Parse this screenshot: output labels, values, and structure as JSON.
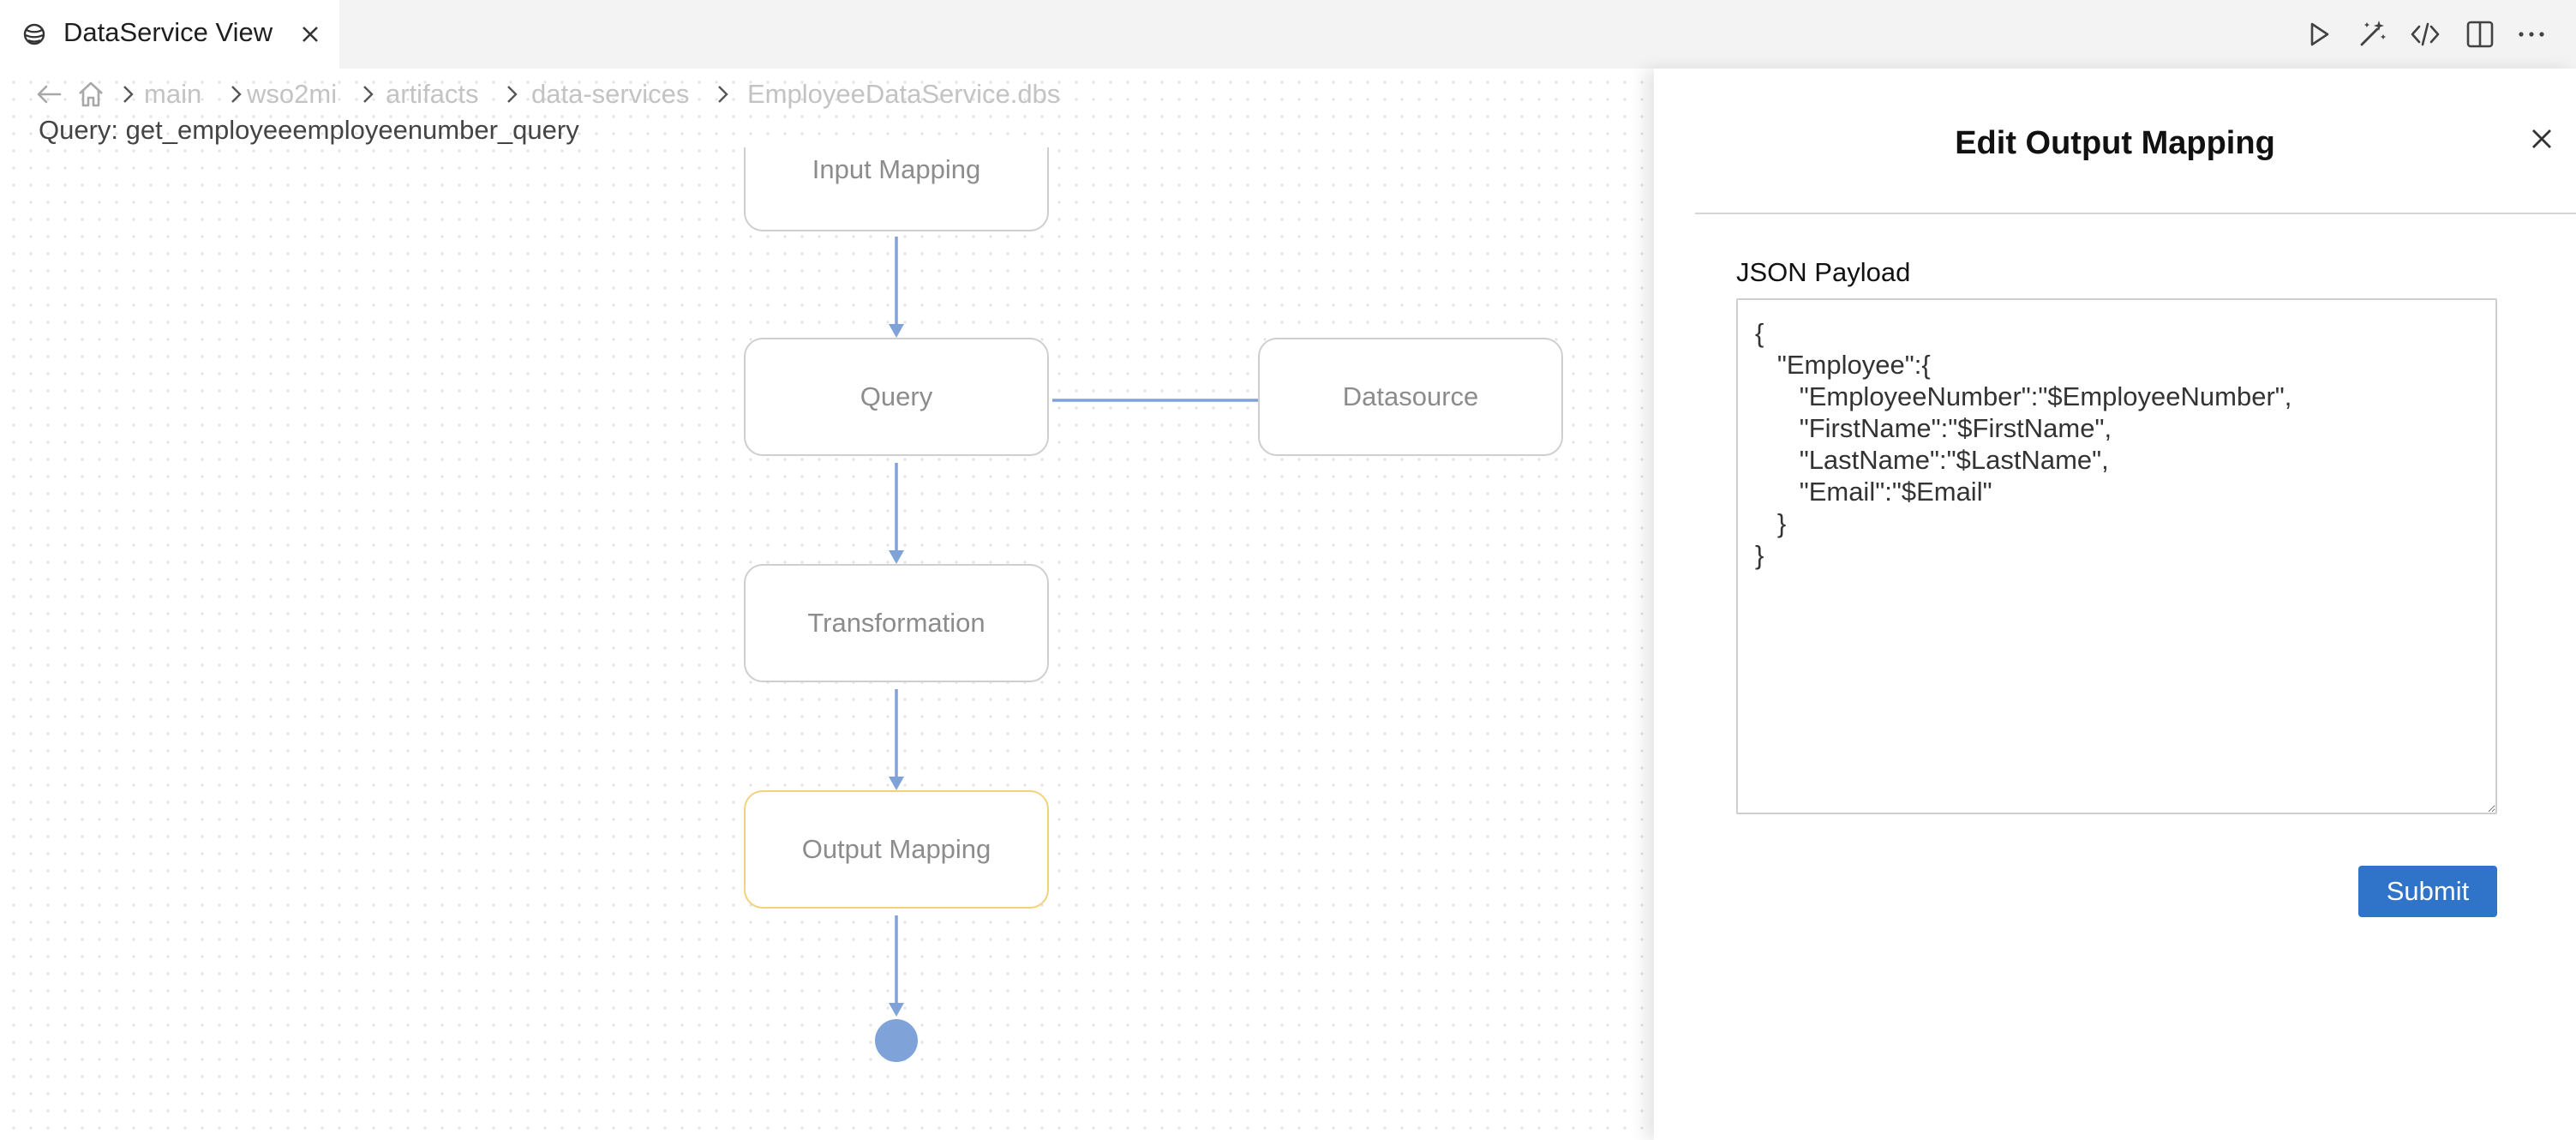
{
  "tab": {
    "title": "DataService View",
    "icon": "dataservice-icon"
  },
  "toolbar": {
    "icons": [
      "run-icon",
      "magic-wand-icon",
      "code-icon",
      "split-editor-icon",
      "more-icon"
    ]
  },
  "breadcrumb": {
    "items": [
      "main",
      "wso2mi",
      "artifacts",
      "data-services",
      "EmployeeDataService.dbs"
    ]
  },
  "query": {
    "label": "Query:",
    "name": "get_employeeemployeenumber_query"
  },
  "flow": {
    "input_mapping": "Input Mapping",
    "query": "Query",
    "datasource": "Datasource",
    "transformation": "Transformation",
    "output_mapping": "Output Mapping"
  },
  "panel": {
    "title": "Edit Output Mapping",
    "field_label": "JSON Payload",
    "payload": "{\n   \"Employee\":{\n      \"EmployeeNumber\":\"$EmployeeNumber\",\n      \"FirstName\":\"$FirstName\",\n      \"LastName\":\"$LastName\",\n      \"Email\":\"$Email\"\n   }\n}",
    "submit_label": "Submit"
  },
  "colors": {
    "accent": "#2f74c8",
    "edge": "#7fa3d8",
    "output_border": "#f2d27e",
    "node_border": "#cfcfcf"
  }
}
